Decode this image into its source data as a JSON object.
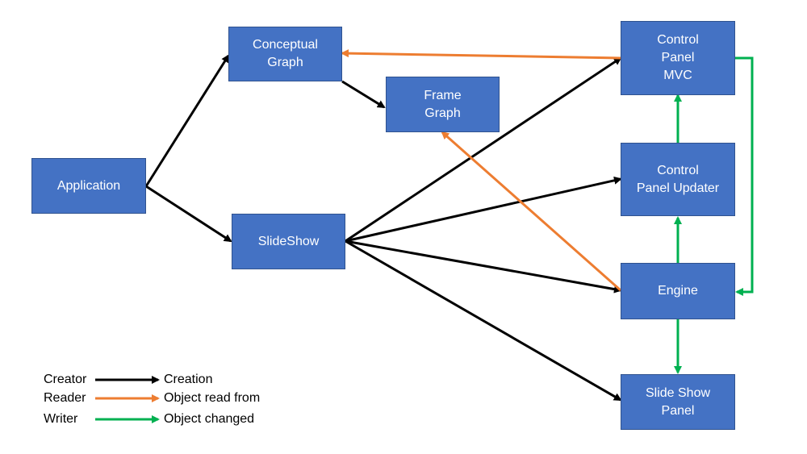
{
  "colors": {
    "node_fill": "#4472c4",
    "creation": "#000000",
    "read": "#ed7d31",
    "changed": "#00b050"
  },
  "nodes": {
    "application": "Application",
    "conceptual_graph": "Conceptual\nGraph",
    "frame_graph": "Frame\nGraph",
    "slideshow": "SlideShow",
    "control_panel_mvc": "Control\nPanel\nMVC",
    "control_panel_updater": "Control\nPanel Updater",
    "engine": "Engine",
    "slide_show_panel": "Slide Show\nPanel"
  },
  "edges": [
    {
      "from": "application",
      "to": "conceptual_graph",
      "kind": "creation"
    },
    {
      "from": "application",
      "to": "slideshow",
      "kind": "creation"
    },
    {
      "from": "conceptual_graph",
      "to": "frame_graph",
      "kind": "creation"
    },
    {
      "from": "slideshow",
      "to": "control_panel_mvc",
      "kind": "creation"
    },
    {
      "from": "slideshow",
      "to": "control_panel_updater",
      "kind": "creation"
    },
    {
      "from": "slideshow",
      "to": "engine",
      "kind": "creation"
    },
    {
      "from": "slideshow",
      "to": "slide_show_panel",
      "kind": "creation"
    },
    {
      "from": "control_panel_mvc",
      "to": "conceptual_graph",
      "kind": "read"
    },
    {
      "from": "engine",
      "to": "frame_graph",
      "kind": "read"
    },
    {
      "from": "control_panel_updater",
      "to": "control_panel_mvc",
      "kind": "changed"
    },
    {
      "from": "engine",
      "to": "control_panel_updater",
      "kind": "changed"
    },
    {
      "from": "engine",
      "to": "slide_show_panel",
      "kind": "changed"
    },
    {
      "from": "control_panel_mvc",
      "to": "engine",
      "kind": "changed"
    }
  ],
  "legend": {
    "creator": "Creator",
    "creation": "Creation",
    "reader": "Reader",
    "read": "Object read from",
    "writer": "Writer",
    "changed": "Object changed"
  }
}
